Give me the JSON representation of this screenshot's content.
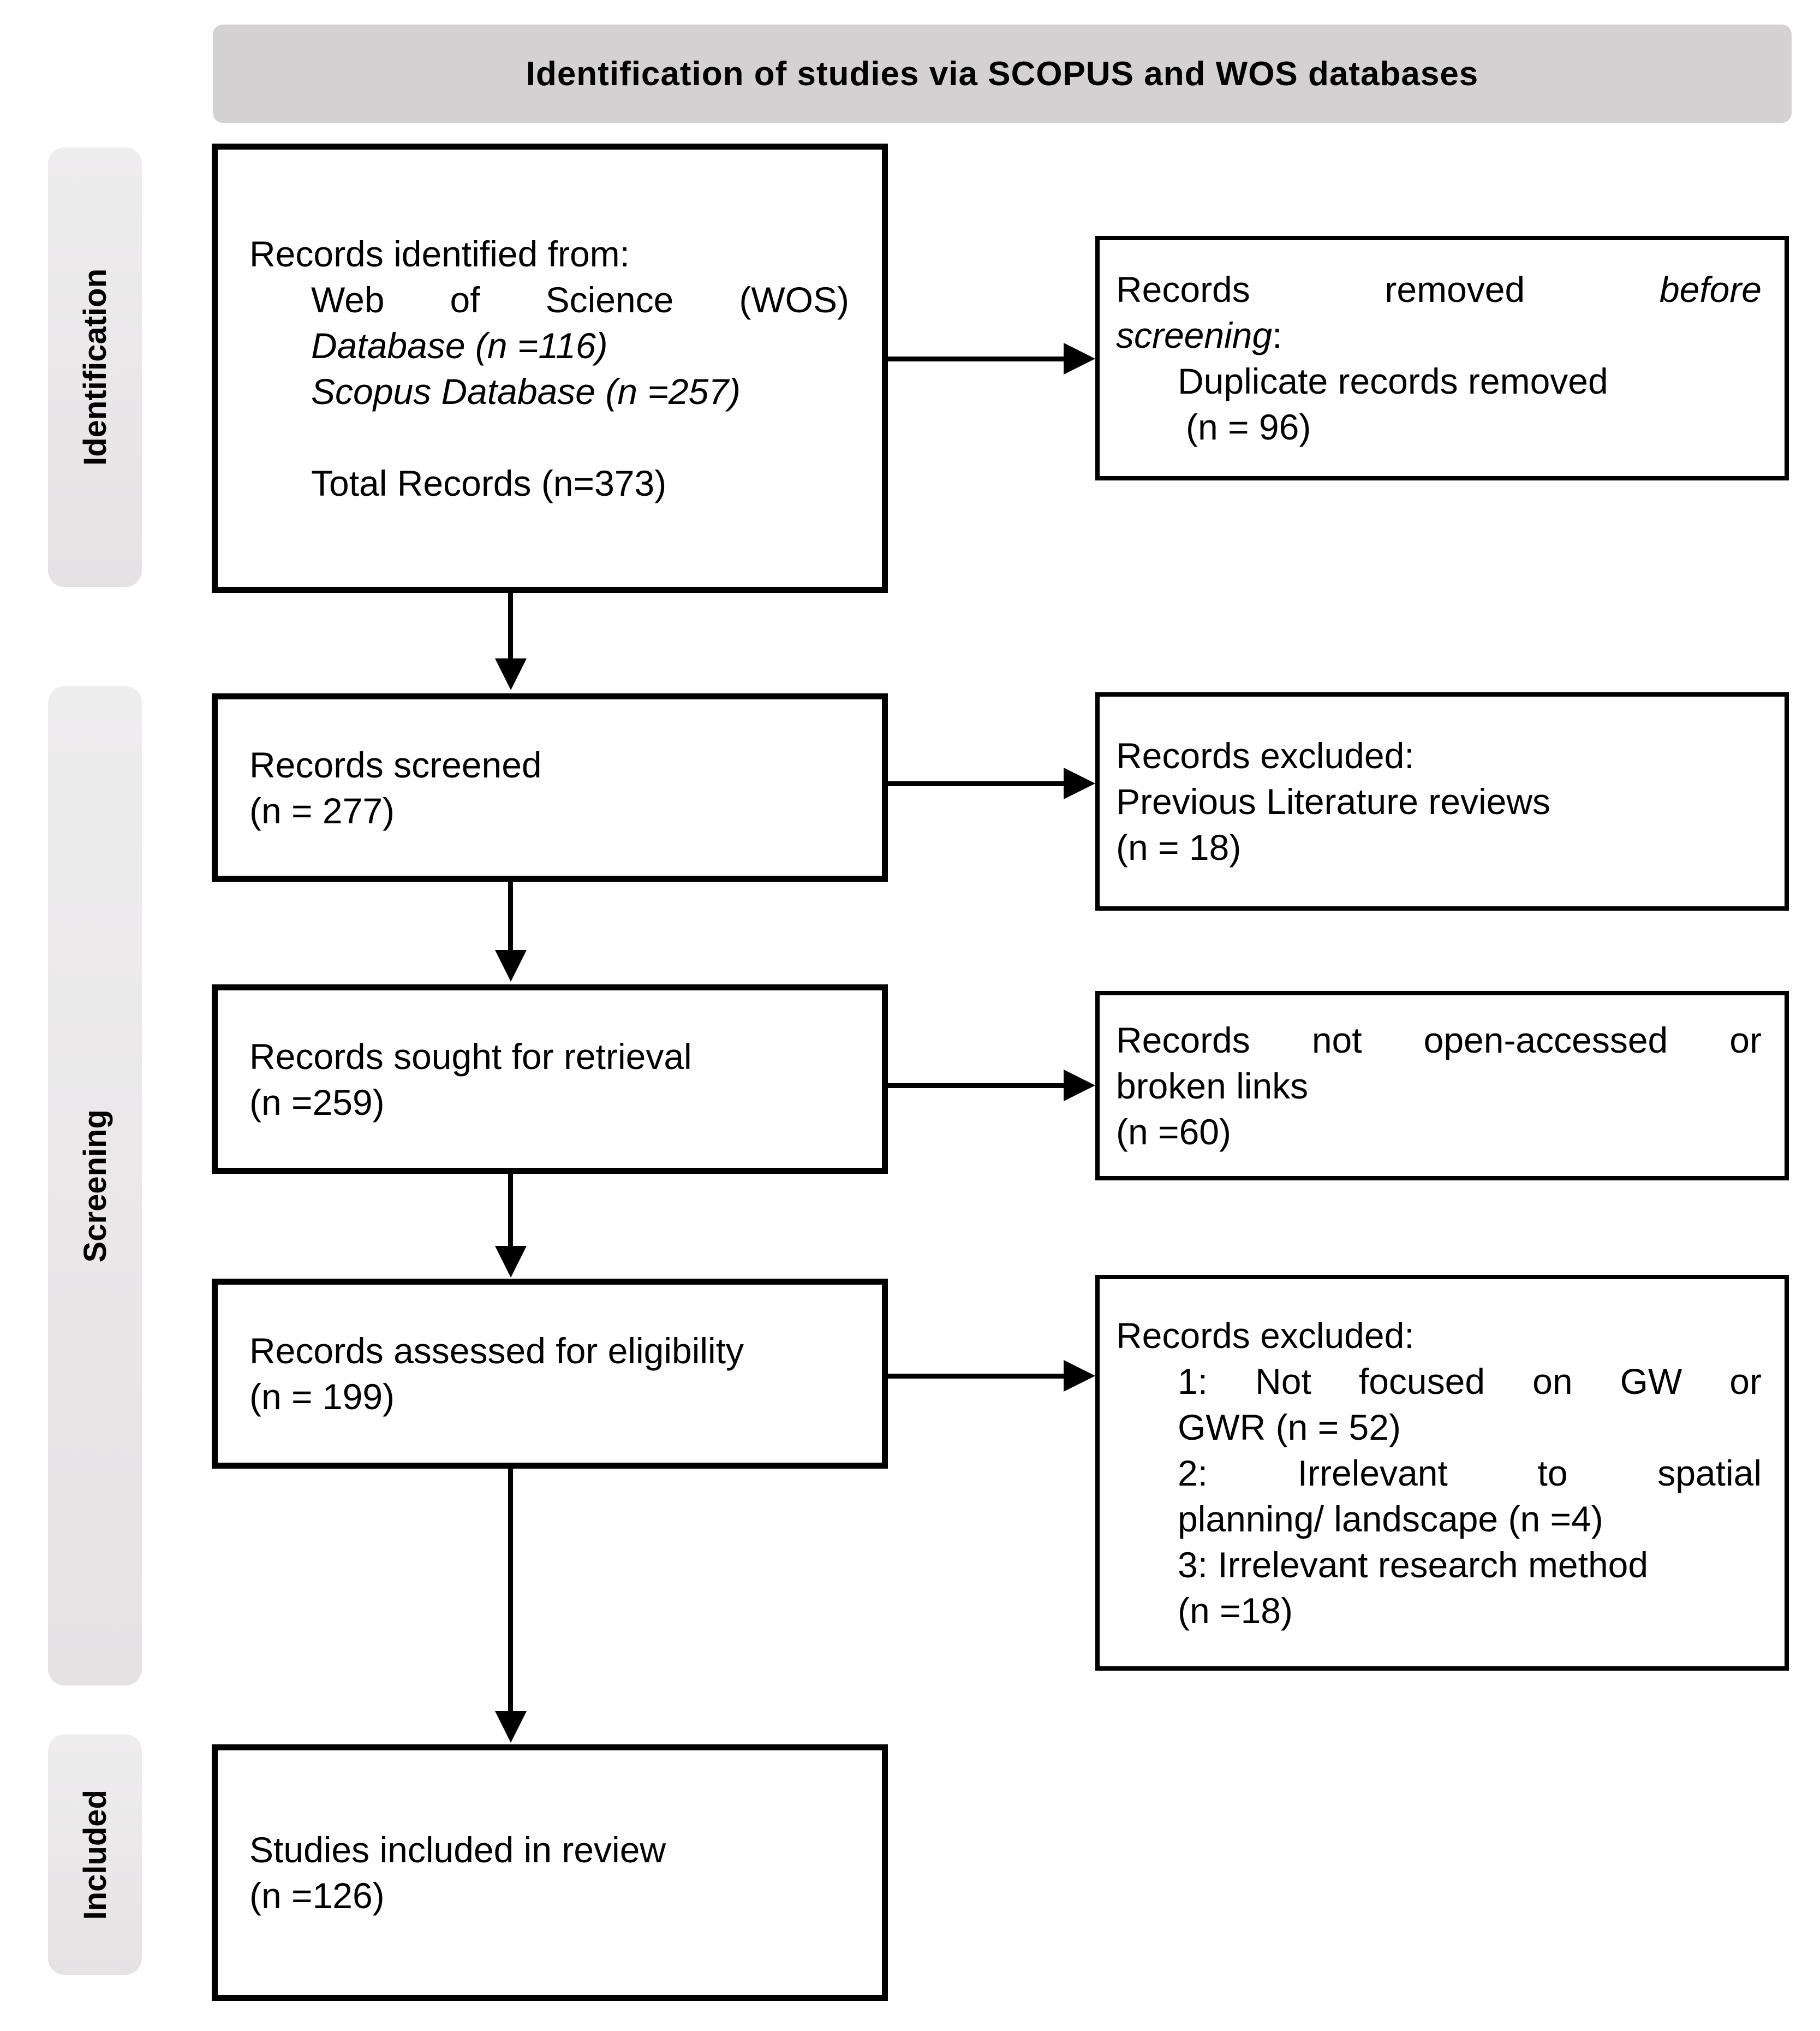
{
  "title": "Identification of studies via SCOPUS and WOS databases",
  "stages": {
    "identification": "Identification",
    "screening": "Screening",
    "included": "Included"
  },
  "boxes": {
    "identified": {
      "line1": "Records identified from:",
      "line2": "Web of Science (WOS)",
      "line3": "Database (n =116)",
      "line4": "Scopus Database (n =257)",
      "line5": "Total Records (n=373)"
    },
    "removed_before_screening": {
      "line1_normal": "Records removed",
      "line1_italic": "before",
      "line2_italic": "screening",
      "line2_colon": ":",
      "line3": "Duplicate records removed",
      "line4": "(n = 96)"
    },
    "screened": {
      "line1": "Records screened",
      "line2": "(n = 277)"
    },
    "excluded_reviews": {
      "line1": "Records excluded:",
      "line2": "Previous Literature reviews",
      "line3": "(n = 18)"
    },
    "sought": {
      "line1": "Records sought for retrieval",
      "line2": "(n =259)"
    },
    "not_open_accessed": {
      "line1": "Records not open-accessed or",
      "line2": "broken links",
      "line3": "(n =60)"
    },
    "assessed": {
      "line1": "Records assessed for eligibility",
      "line2": "(n = 199)"
    },
    "excluded_reasons": {
      "line1": "Records excluded:",
      "item1_line1": "1: Not focused on GW or",
      "item1_line2": "GWR (n = 52)",
      "item2_line1": "2: Irrelevant to spatial",
      "item2_line2": "planning/ landscape (n =4)",
      "item3_line1": "3: Irrelevant research method",
      "item3_line2": "(n =18)"
    },
    "included_studies": {
      "line1": "Studies included in review",
      "line2": "(n =126)"
    }
  },
  "colors": {
    "title_bg": "#d3d1d1",
    "stage_bg": "#ebeaea",
    "box_border": "#000000",
    "text": "#000000"
  }
}
